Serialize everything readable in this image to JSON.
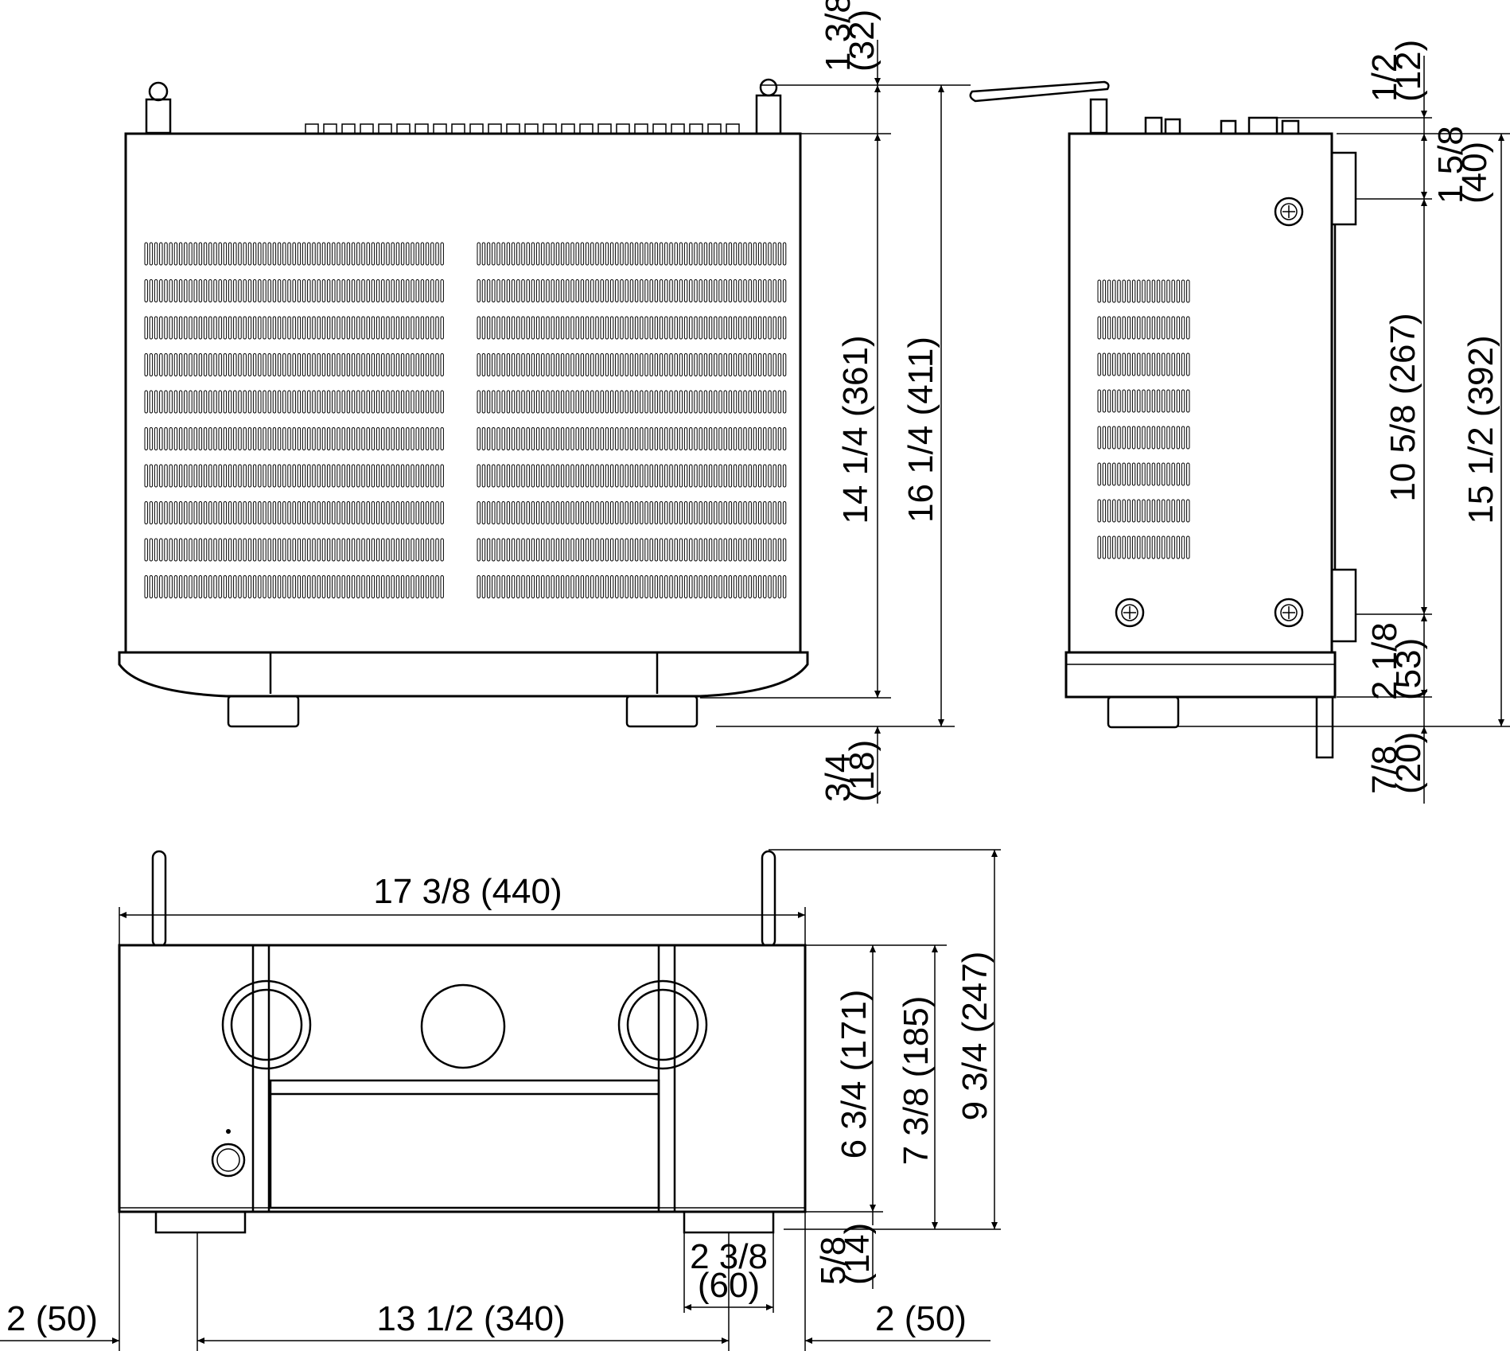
{
  "diagram": {
    "top_view": {
      "width_depth_label": "14 1/4 (361)",
      "total_depth_label": "16 1/4 (411)",
      "rear_protrusion_top": "1 3/8",
      "rear_protrusion_bottom": "(32)",
      "foot_protrusion_top": "3/4",
      "foot_protrusion_bottom": "(18)"
    },
    "side_view": {
      "antenna_top": "1/2",
      "antenna_bottom": "(12)",
      "rear_top": "1 5/8",
      "rear_bottom": "(40)",
      "body_depth_label": "10 5/8 (267)",
      "front_top": "2 1/8",
      "front_bottom": "(53)",
      "knob_top": "7/8",
      "knob_bottom": "(20)",
      "total_depth_label": "15 1/2 (392)"
    },
    "front_view": {
      "width_label": "17 3/8 (440)",
      "body_height_label": "6 3/4 (171)",
      "height_with_feet_label": "7 3/8 (185)",
      "total_height_label": "9 3/4 (247)",
      "foot_height_top": "5/8",
      "foot_height_bottom": "(14)",
      "foot_width_top": "2 3/8",
      "foot_width_bottom": "(60)",
      "left_offset_label": "2 (50)",
      "foot_spacing_label": "13 1/2 (340)",
      "right_offset_label": "2 (50)"
    }
  }
}
